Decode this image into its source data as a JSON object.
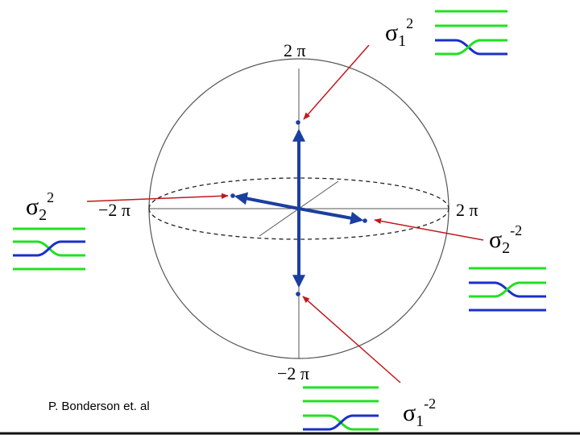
{
  "axis_labels": {
    "top": "2 π",
    "bottom": "−2 π",
    "left": "−2 π",
    "right": "2 π"
  },
  "generators": [
    {
      "id": "sigma1_pos",
      "symbol": "σ",
      "subscript": "1",
      "superscript": "2"
    },
    {
      "id": "sigma2_pos",
      "symbol": "σ",
      "subscript": "2",
      "superscript": "2"
    },
    {
      "id": "sigma2_neg",
      "symbol": "σ",
      "subscript": "2",
      "superscript": "-2"
    },
    {
      "id": "sigma1_neg",
      "symbol": "σ",
      "subscript": "1",
      "superscript": "-2"
    }
  ],
  "credit": "P. Bonderson et. al",
  "colors": {
    "sphere": "#555555",
    "axis_arrow": "#1a3fa0",
    "pointer_arrow": "#c0181c",
    "braid_green": "#22e022",
    "braid_blue": "#1b2fc8"
  }
}
